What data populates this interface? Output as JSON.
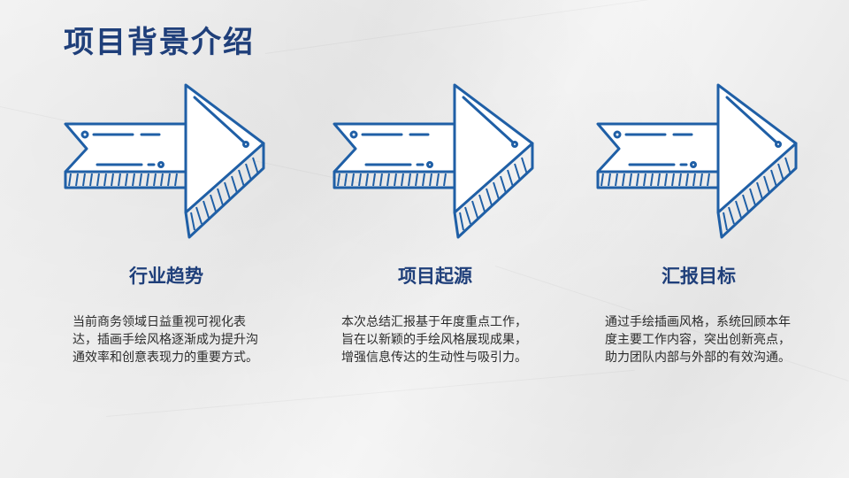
{
  "title": "项目背景介绍",
  "colors": {
    "accent": "#1f5fa6",
    "heading": "#1f3f7a"
  },
  "sections": [
    {
      "icon": "hand-drawn-arrow-icon",
      "heading": "行业趋势",
      "text": "当前商务领域日益重视可视化表达，插画手绘风格逐渐成为提升沟通效率和创意表现力的重要方式。"
    },
    {
      "icon": "hand-drawn-arrow-icon",
      "heading": "项目起源",
      "text": "本次总结汇报基于年度重点工作，旨在以新颖的手绘风格展现成果，增强信息传达的生动性与吸引力。"
    },
    {
      "icon": "hand-drawn-arrow-icon",
      "heading": "汇报目标",
      "text": "通过手绘插画风格，系统回顾本年度主要工作内容，突出创新亮点，助力团队内部与外部的有效沟通。"
    }
  ]
}
